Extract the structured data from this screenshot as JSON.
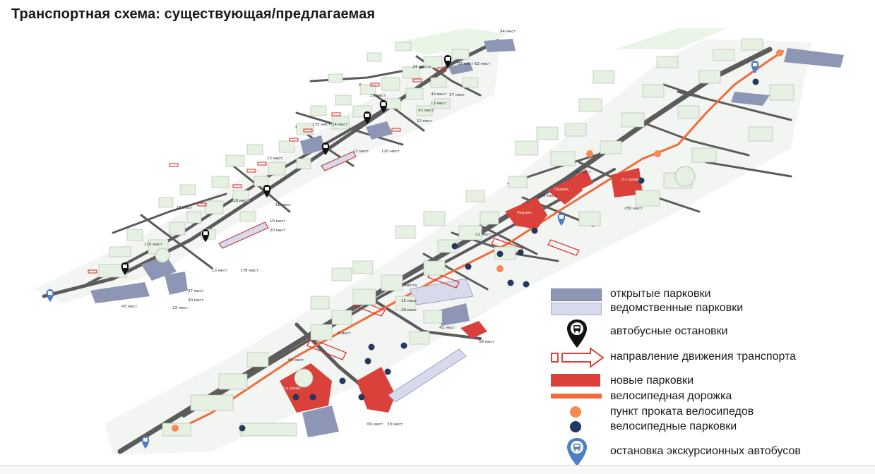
{
  "title": "Транспортная схема: существующая/предлагаемая",
  "colors": {
    "building": "#e6f1e3",
    "building_shadow": "#c9d8c6",
    "road": "#5a5a5a",
    "open_parking": "#8d96b5",
    "dept_parking": "#d6daea",
    "new_parking": "#d9413a",
    "bike_lane": "#f26b3a",
    "bike_rental": "#f58a55",
    "bike_parking": "#24375e",
    "excursion_stop": "#4d7fc4",
    "bus_stop": "#111111"
  },
  "legend": [
    {
      "key": "open_parking",
      "label": "открытые парковки",
      "icon": "open-parking-swatch"
    },
    {
      "key": "dept_parking",
      "label": "ведомственные парковки",
      "icon": "dept-parking-swatch"
    },
    {
      "key": "bus_stop",
      "label": "автобусные остановки",
      "icon": "bus-stop-icon"
    },
    {
      "key": "direction",
      "label": "направление движения транспорта",
      "icon": "direction-arrow-icon"
    },
    {
      "key": "new_parking",
      "label": "новые парковки",
      "icon": "new-parking-swatch"
    },
    {
      "key": "bike_lane",
      "label": "велосипедная дорожка",
      "icon": "bike-lane-swatch"
    },
    {
      "key": "bike_rental",
      "label": "пункт проката велосипедов",
      "icon": "bike-rental-icon"
    },
    {
      "key": "bike_parking",
      "label": "велосипедные парковки",
      "icon": "bike-parking-icon"
    },
    {
      "key": "excursion_stop",
      "label": "остановка экскурсионных автобусов",
      "icon": "excursion-bus-stop-icon"
    }
  ],
  "map_labels": {
    "existing": [
      "94 мест",
      "24 места",
      "37 мест",
      "62 мест",
      "29 мест",
      "40 мест",
      "13 мест",
      "37 мест",
      "43 мест",
      "10 мест",
      "24 мест",
      "135 мест",
      "22 мест",
      "120 мест",
      "15 мест",
      "18 мест",
      "10 мест",
      "20 мест",
      "178 мест",
      "13 мест",
      "110 мест",
      "37 мест",
      "30 мест",
      "23 мест",
      "43 мест",
      "15 мест",
      "18 мест"
    ],
    "proposed": [
      "100 мест",
      "50 мест",
      "250 мест",
      "12 мест",
      "15 мест",
      "20 мест",
      "42 мест",
      "58 мест",
      "8 мест",
      "96 мест",
      "60 мест",
      "30 мест",
      "3 места"
    ],
    "annotations": [
      "Подзем.",
      "2-х уровн.",
      "2-х уровн.",
      "Подзем."
    ]
  }
}
